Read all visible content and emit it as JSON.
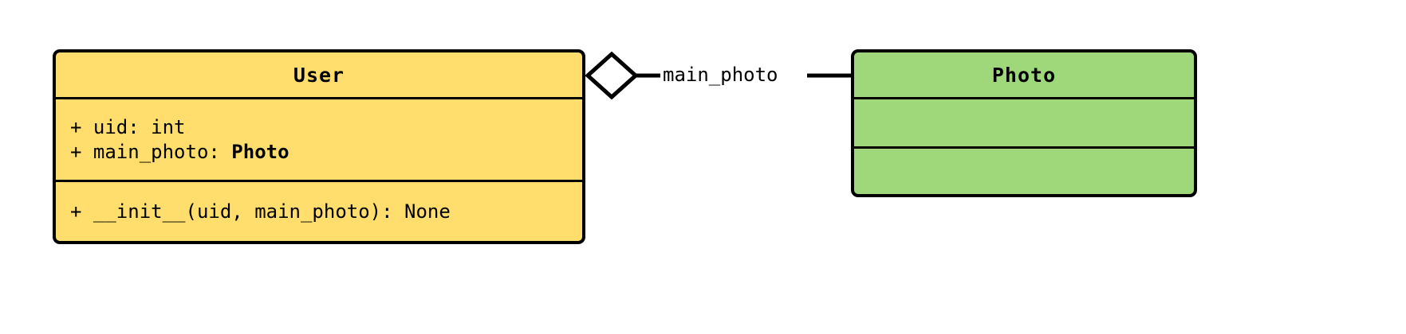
{
  "diagram": {
    "type": "uml-class-diagram",
    "background": "#ffffff",
    "classes": [
      {
        "id": "user",
        "name": "User",
        "fill": "#FFDE6E",
        "stroke": "#000000",
        "attributes": [
          {
            "text": "+ uid: int",
            "type_emphasis": null
          },
          {
            "text_prefix": "+ main_photo: ",
            "type_emphasis": "Photo"
          }
        ],
        "methods": [
          {
            "text": "+ __init__(uid, main_photo): None"
          }
        ]
      },
      {
        "id": "photo",
        "name": "Photo",
        "fill": "#9ED87A",
        "stroke": "#000000",
        "attributes": [],
        "methods": []
      }
    ],
    "relationships": [
      {
        "kind": "aggregation",
        "source": "user",
        "target": "photo",
        "source_decoration": "hollow-diamond",
        "target_decoration": "none",
        "label": "main_photo"
      }
    ]
  }
}
